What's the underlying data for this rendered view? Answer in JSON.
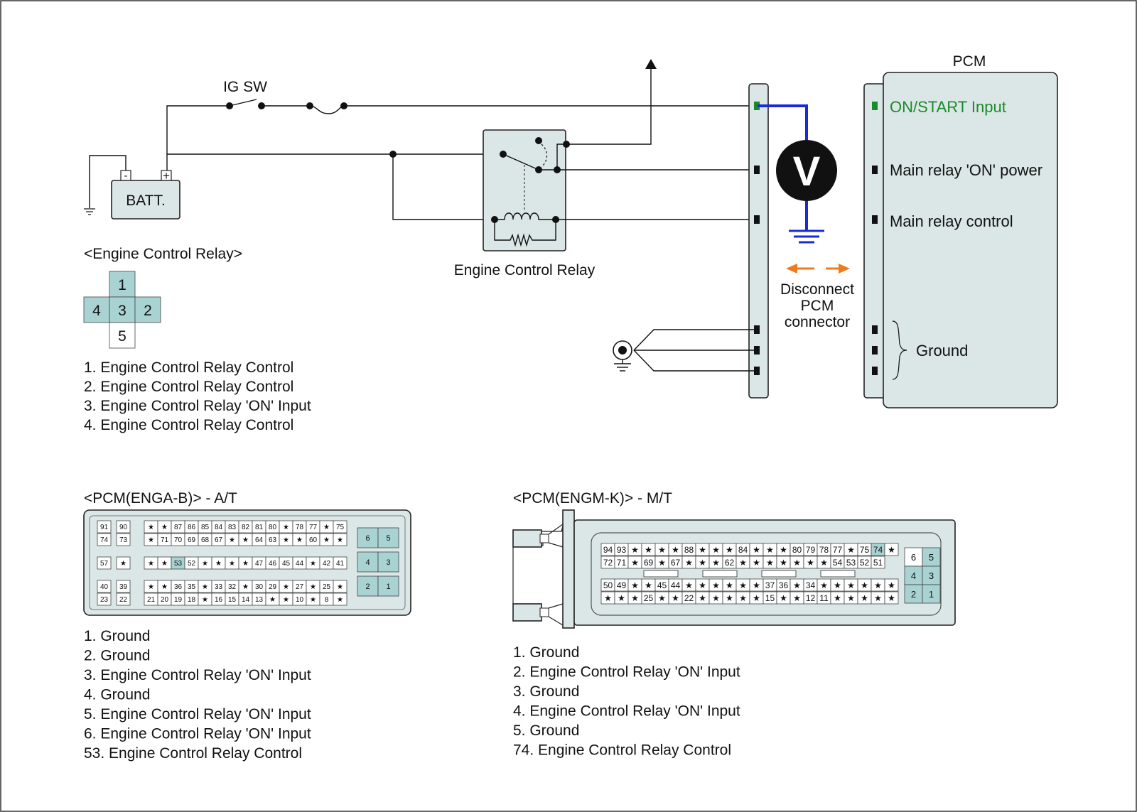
{
  "colors": {
    "panel_fill": "#dbe7e6",
    "highlight_cell": "#a9d2d3",
    "meter_wire": "#1a2bd6",
    "start_input": "#1a8a2a",
    "arrow_orange": "#f07a1e"
  },
  "circuit": {
    "ig_sw_label": "IG SW",
    "batt_label": "BATT.",
    "batt_neg": "-",
    "batt_pos": "+",
    "relay_label": "Engine Control Relay",
    "meter_symbol": "V",
    "disconnect_lines": [
      "Disconnect",
      "PCM",
      "connector"
    ],
    "pcm_title": "PCM",
    "pcm_inputs": [
      "ON/START Input",
      "Main relay 'ON' power",
      "Main relay control"
    ],
    "ground_label": "Ground"
  },
  "relay_connector": {
    "title": "<Engine Control Relay>",
    "pins": [
      "1",
      "4",
      "3",
      "2",
      "5"
    ],
    "legend": [
      "1. Engine Control Relay Control",
      "2. Engine Control Relay Control",
      "3. Engine Control Relay 'ON' Input",
      "4. Engine Control Relay Control"
    ]
  },
  "pcm_at": {
    "title": "<PCM(ENGA-B)> - A/T",
    "row1": [
      "91",
      "90",
      "★",
      "★",
      "87",
      "86",
      "85",
      "84",
      "83",
      "82",
      "81",
      "80",
      "★",
      "78",
      "77",
      "★",
      "75"
    ],
    "row2": [
      "74",
      "73",
      "★",
      "71",
      "70",
      "69",
      "68",
      "67",
      "★",
      "★",
      "64",
      "63",
      "★",
      "★",
      "60",
      "★",
      "★"
    ],
    "row3": [
      "57",
      "★",
      "★",
      "★",
      "53",
      "52",
      "★",
      "★",
      "★",
      "★",
      "47",
      "46",
      "45",
      "44",
      "★",
      "42",
      "41"
    ],
    "row4": [
      "40",
      "39",
      "★",
      "★",
      "36",
      "35",
      "★",
      "33",
      "32",
      "★",
      "30",
      "29",
      "★",
      "27",
      "★",
      "25",
      "★"
    ],
    "row5": [
      "23",
      "22",
      "21",
      "20",
      "19",
      "18",
      "★",
      "16",
      "15",
      "14",
      "13",
      "★",
      "★",
      "10",
      "★",
      "8",
      "★"
    ],
    "right_pins": [
      "6",
      "5",
      "4",
      "3",
      "2",
      "1"
    ],
    "legend": [
      "1. Ground",
      "2. Ground",
      "3. Engine Control Relay 'ON' Input",
      "4. Ground",
      "5. Engine Control Relay 'ON' Input",
      "6. Engine Control Relay 'ON' Input",
      "53. Engine Control Relay Control"
    ]
  },
  "pcm_mt": {
    "title": "<PCM(ENGM-K)> - M/T",
    "row1": [
      "94",
      "93",
      "★",
      "★",
      "★",
      "★",
      "88",
      "★",
      "★",
      "★",
      "84",
      "★",
      "★",
      "★",
      "80",
      "79",
      "78",
      "77",
      "★",
      "75",
      "74",
      "★"
    ],
    "row2": [
      "72",
      "71",
      "★",
      "69",
      "★",
      "67",
      "★",
      "★",
      "★",
      "62",
      "★",
      "★",
      "★",
      "★",
      "★",
      "★",
      "★",
      "54",
      "53",
      "52",
      "51"
    ],
    "row3": [
      "50",
      "49",
      "★",
      "★",
      "45",
      "44",
      "★",
      "★",
      "★",
      "★",
      "★",
      "★",
      "37",
      "36",
      "★",
      "34",
      "★",
      "★",
      "★",
      "★",
      "★",
      "★"
    ],
    "row4": [
      "★",
      "★",
      "★",
      "25",
      "★",
      "★",
      "22",
      "★",
      "★",
      "★",
      "★",
      "★",
      "15",
      "★",
      "★",
      "12",
      "11",
      "★",
      "★",
      "★",
      "★",
      "★"
    ],
    "right_pins": [
      "6",
      "5",
      "4",
      "3",
      "2",
      "1"
    ],
    "legend": [
      "1. Ground",
      "2. Engine Control Relay 'ON' Input",
      "3. Ground",
      "4. Engine Control Relay 'ON' Input",
      "5. Ground",
      "74. Engine Control Relay Control"
    ]
  }
}
